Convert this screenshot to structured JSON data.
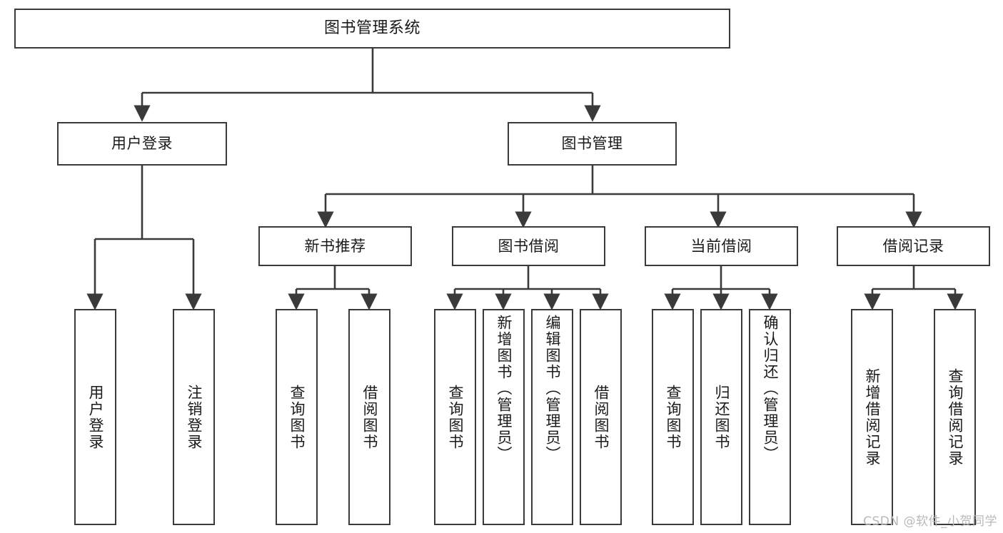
{
  "diagram": {
    "title": "图书管理系统",
    "type": "tree-hierarchy",
    "colors": {
      "stroke": "#3a3a3a",
      "fill": "#ffffff",
      "text": "#1a1a1a",
      "watermark": "#b9b9b9"
    },
    "root": {
      "label": "图书管理系统"
    },
    "level2": [
      {
        "label": "用户登录"
      },
      {
        "label": "图书管理"
      }
    ],
    "level3": [
      {
        "label": "新书推荐"
      },
      {
        "label": "图书借阅"
      },
      {
        "label": "当前借阅"
      },
      {
        "label": "借阅记录"
      }
    ],
    "leaves": {
      "user_login": [
        {
          "label": "用户登录"
        },
        {
          "label": "注销登录"
        }
      ],
      "new_book_recommend": [
        {
          "label": "查询图书"
        },
        {
          "label": "借阅图书"
        }
      ],
      "book_borrow": [
        {
          "label": "查询图书"
        },
        {
          "label": "新增图书（管理员）"
        },
        {
          "label": "编辑图书（管理员）"
        },
        {
          "label": "借阅图书"
        }
      ],
      "current_borrow": [
        {
          "label": "查询图书"
        },
        {
          "label": "归还图书"
        },
        {
          "label": "确认归还（管理员）"
        }
      ],
      "borrow_record": [
        {
          "label": "新增借阅记录"
        },
        {
          "label": "查询借阅记录"
        }
      ]
    },
    "watermark": "CSDN @软件_小贺同学"
  }
}
